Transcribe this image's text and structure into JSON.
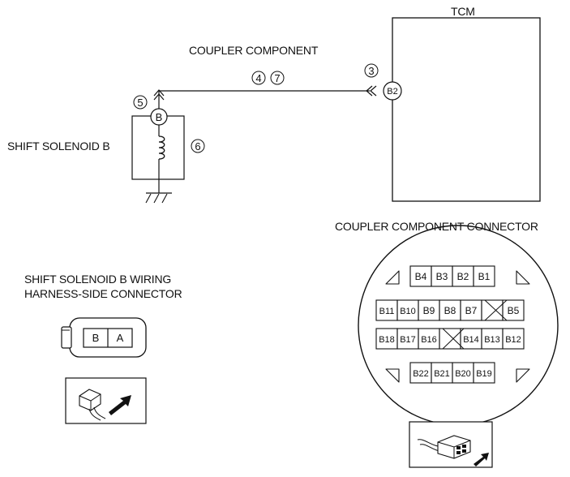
{
  "labels": {
    "tcm": "TCM",
    "coupler_component": "COUPLER COMPONENT",
    "shift_solenoid_b": "SHIFT SOLENOID B",
    "coupler_connector_title": "COUPLER COMPONENT CONNECTOR",
    "harness_title_line1": "SHIFT SOLENOID B WIRING",
    "harness_title_line2": "HARNESS-SIDE CONNECTOR"
  },
  "callouts": {
    "c3": "3",
    "c4": "4",
    "c5": "5",
    "c6": "6",
    "c7": "7"
  },
  "terminals": {
    "solenoid": "B",
    "tcm": "B2"
  },
  "harness_connector": {
    "pins": [
      "B",
      "A"
    ]
  },
  "coupler_connector": {
    "row1": [
      "B4",
      "B3",
      "B2",
      "B1"
    ],
    "row2": [
      "B11",
      "B10",
      "B9",
      "B8",
      "B7",
      "",
      "B5"
    ],
    "row3": [
      "B18",
      "B17",
      "B16",
      "",
      "B14",
      "B13",
      "B12"
    ],
    "row4": [
      "B22",
      "B21",
      "B20",
      "B19"
    ]
  }
}
